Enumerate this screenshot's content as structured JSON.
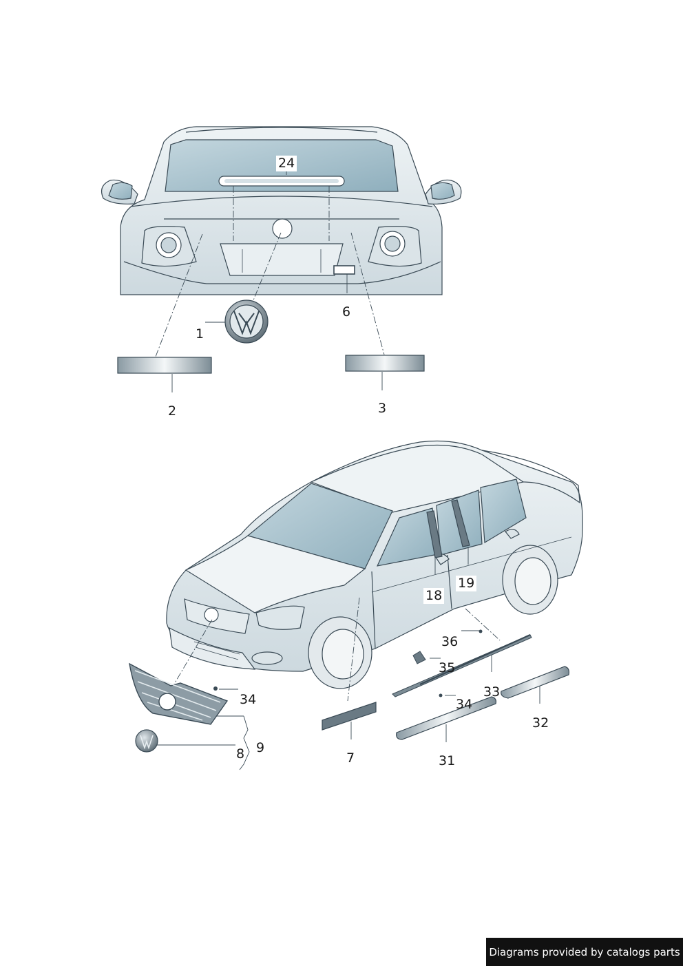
{
  "callouts": {
    "c1": "1",
    "c2": "2",
    "c3": "3",
    "c6": "6",
    "c24": "24",
    "c7": "7",
    "c8": "8",
    "c9": "9",
    "c18": "18",
    "c19": "19",
    "c31": "31",
    "c32": "32",
    "c33": "33",
    "c34a": "34",
    "c34b": "34",
    "c35": "35",
    "c36": "36"
  },
  "footer": {
    "text": "Diagrams provided by catalogs parts"
  },
  "colors": {
    "line": "#3a4a55",
    "body_light": "#e6ecef",
    "body_mid": "#cfdbe1",
    "glass": "#a8c1cc",
    "part_dark": "#6a7a84"
  }
}
